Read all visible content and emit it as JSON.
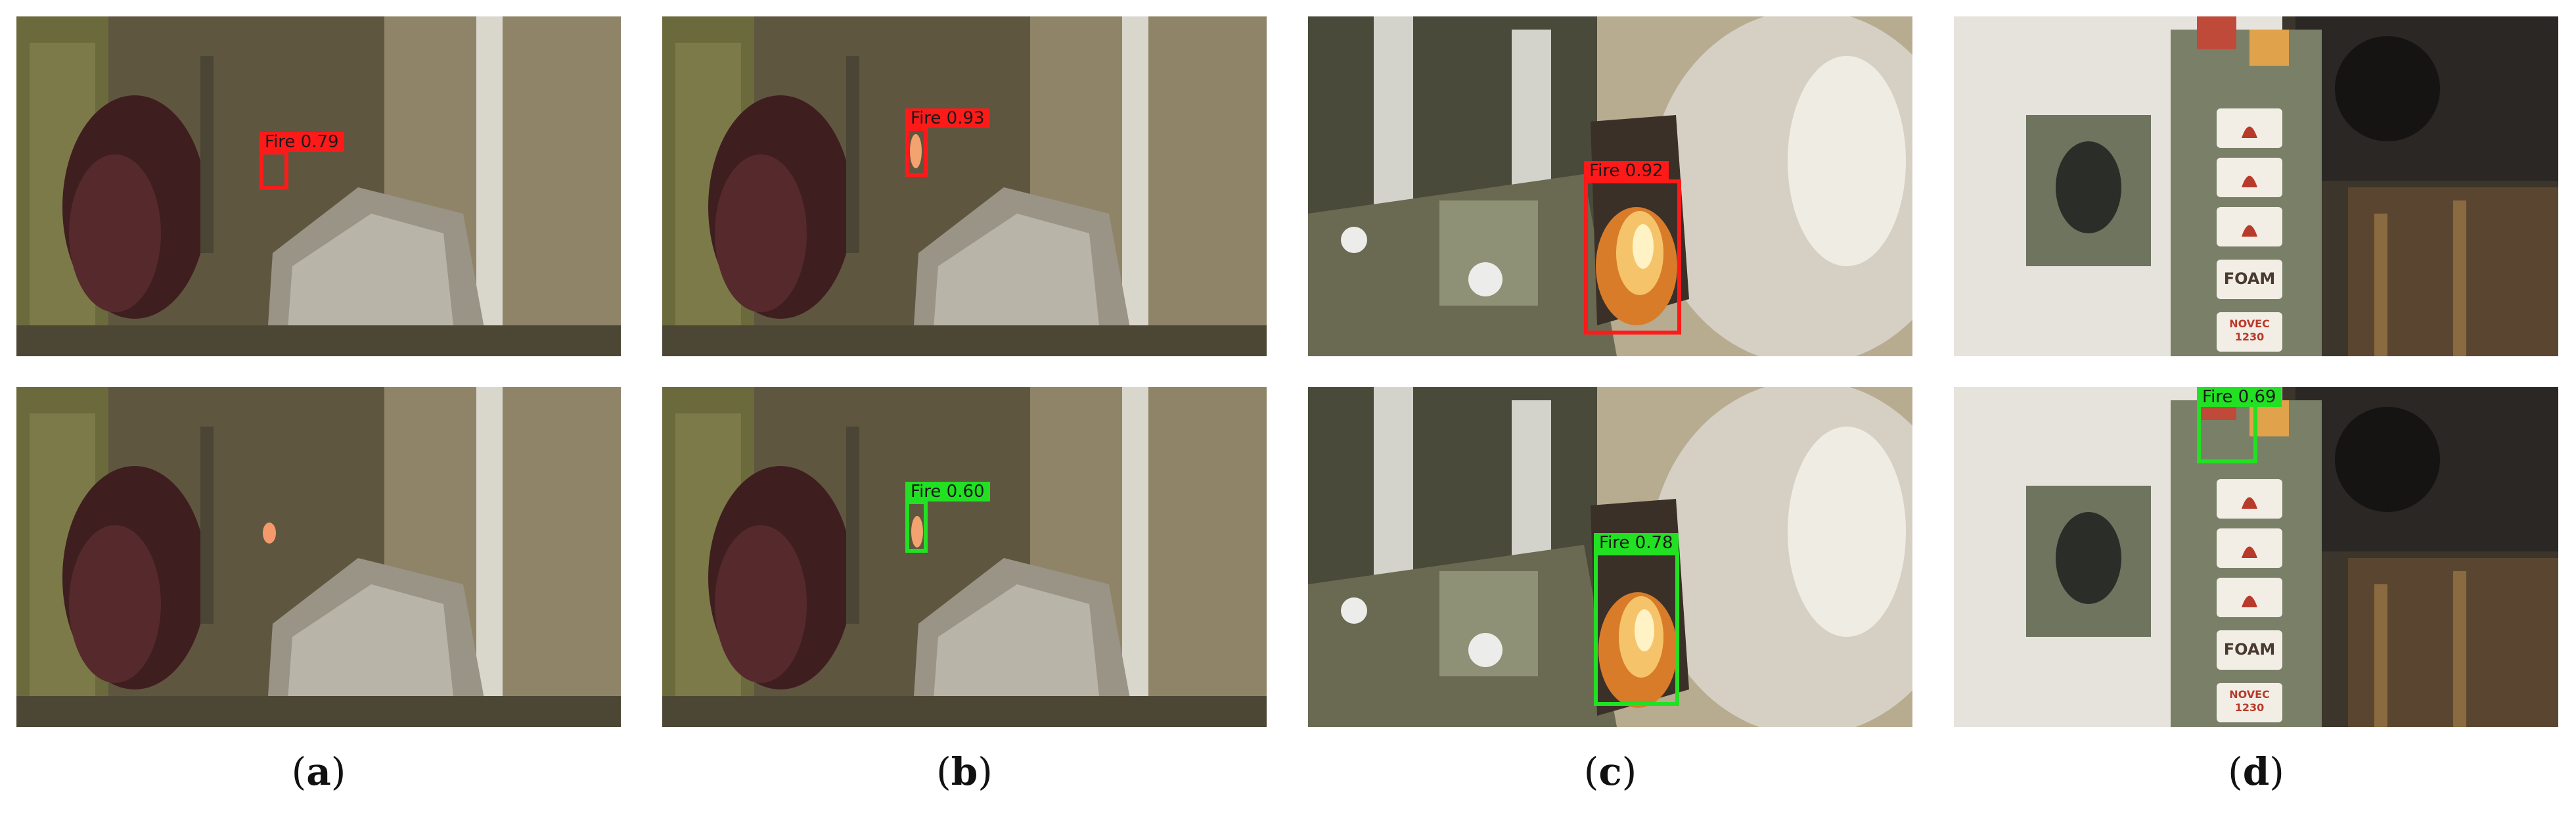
{
  "colors": {
    "detector_red": "#ff1a1a",
    "detector_green": "#22e022"
  },
  "columns": [
    {
      "letter": "a",
      "scene": "engine-room-fire",
      "top": {
        "detections": [
          {
            "label": "Fire 0.79",
            "color": "red"
          }
        ]
      },
      "bottom": {
        "detections": []
      }
    },
    {
      "letter": "b",
      "scene": "engine-room-fire",
      "top": {
        "detections": [
          {
            "label": "Fire 0.93",
            "color": "red"
          }
        ]
      },
      "bottom": {
        "detections": [
          {
            "label": "Fire 0.60",
            "color": "green"
          }
        ]
      }
    },
    {
      "letter": "c",
      "scene": "engine-fire-large",
      "top": {
        "detections": [
          {
            "label": "Fire 0.92",
            "color": "red"
          }
        ]
      },
      "bottom": {
        "detections": [
          {
            "label": "Fire 0.78",
            "color": "green"
          }
        ]
      }
    },
    {
      "letter": "d",
      "scene": "suppression-panel",
      "panel_text": {
        "button": "FOAM",
        "agent_line1": "NOVEC",
        "agent_line2": "1230"
      },
      "top": {
        "detections": []
      },
      "bottom": {
        "detections": [
          {
            "label": "Fire 0.69",
            "color": "green"
          }
        ]
      }
    }
  ]
}
